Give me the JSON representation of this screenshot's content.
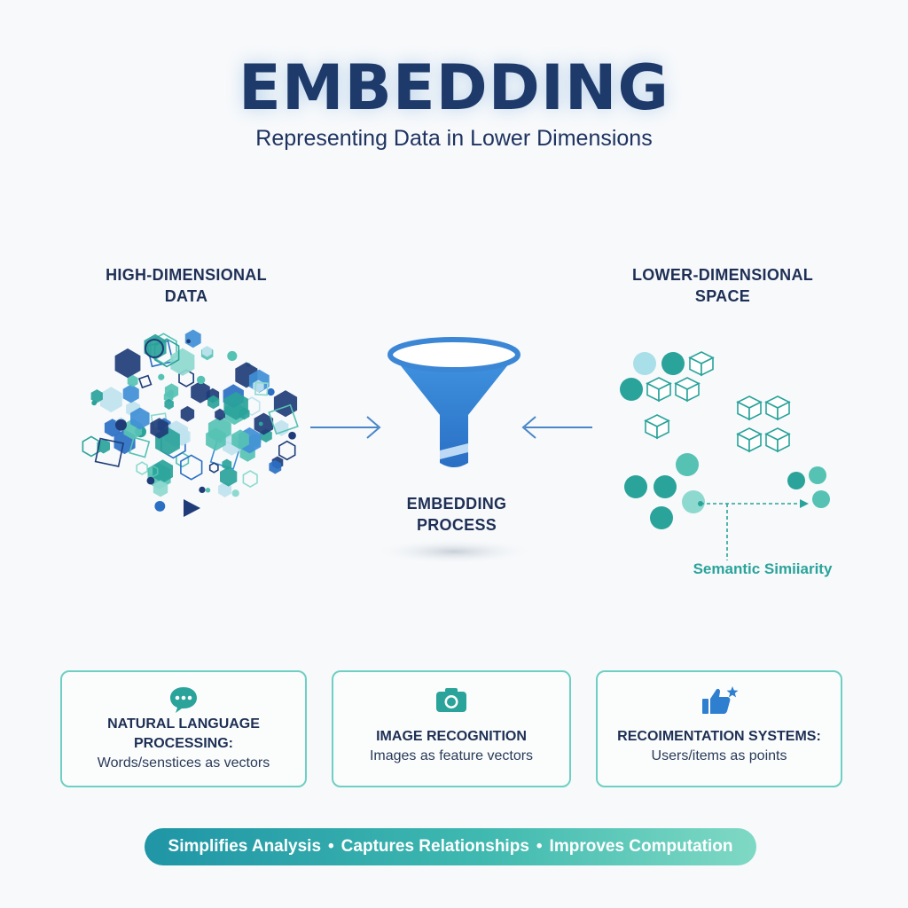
{
  "header": {
    "title": "EMBEDDING",
    "subtitle": "Representing Data in Lower Dimensions"
  },
  "diagram": {
    "left_label_line1": "HIGH-DIMENSIONAL",
    "left_label_line2": "DATA",
    "right_label_line1": "LOWER-DIMENSIONAL",
    "right_label_line2": "SPACE",
    "process_line1": "EMBEDDING",
    "process_line2": "PROCESS",
    "similarity_label": "Semantic Simiiarity"
  },
  "cards": [
    {
      "icon": "chat-bubble-icon",
      "title_line1": "NATURAL LANGUAGE",
      "title_line2": "PROCESSING:",
      "subtitle": "Words/senstices as vectors"
    },
    {
      "icon": "camera-icon",
      "title_line1": "IMAGE RECOGNITION",
      "subtitle": "Images as feature vectors"
    },
    {
      "icon": "thumbs-up-star-icon",
      "title_line1": "RECOIMENTATION SYSTEMS:",
      "subtitle": "Users/items as points"
    }
  ],
  "footer": {
    "items": [
      "Simplifies Analysis",
      "Captures Relationships",
      "Improves Computation"
    ],
    "separator": "•"
  },
  "colors": {
    "navy": "#1e3a6b",
    "teal": "#2aa39a",
    "mint": "#8ed9cf",
    "blue": "#2f7fd0",
    "dark_blue": "#1f3c78"
  }
}
